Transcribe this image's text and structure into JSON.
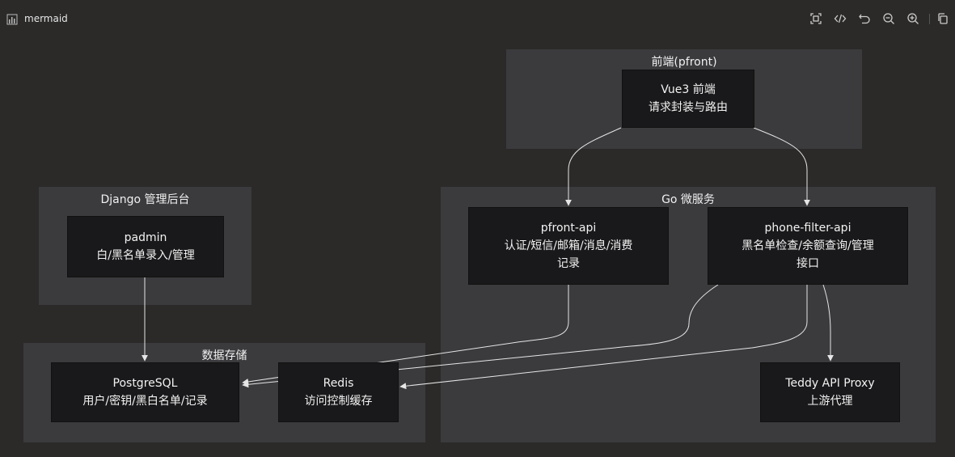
{
  "header": {
    "title": "mermaid",
    "tools": [
      {
        "name": "fit-view-icon"
      },
      {
        "name": "code-icon"
      },
      {
        "name": "reset-icon"
      },
      {
        "name": "zoom-out-icon"
      },
      {
        "name": "zoom-in-icon"
      },
      {
        "name": "copy-icon"
      }
    ]
  },
  "clusters": {
    "frontend": {
      "label": "前端(pfront)"
    },
    "django": {
      "label": "Django 管理后台"
    },
    "go": {
      "label": "Go 微服务"
    },
    "storage": {
      "label": "数据存储"
    }
  },
  "nodes": {
    "vue": {
      "line1": "Vue3 前端",
      "line2": "请求封装与路由"
    },
    "padmin": {
      "line1": "padmin",
      "line2": "白/黑名单录入/管理"
    },
    "pfront_api": {
      "line1": "pfront-api",
      "line2": "认证/短信/邮箱/消息/消费",
      "line3": "记录"
    },
    "phone_filter_api": {
      "line1": "phone-filter-api",
      "line2": "黑名单检查/余额查询/管理",
      "line3": "接口"
    },
    "postgres": {
      "line1": "PostgreSQL",
      "line2": "用户/密钥/黑白名单/记录"
    },
    "redis": {
      "line1": "Redis",
      "line2": "访问控制缓存"
    },
    "teddy": {
      "line1": "Teddy API Proxy",
      "line2": "上游代理"
    }
  },
  "colors": {
    "background": "#2b2a29",
    "cluster": "#3b3b3e",
    "node": "#19191b",
    "edge": "#e6e6e6"
  }
}
